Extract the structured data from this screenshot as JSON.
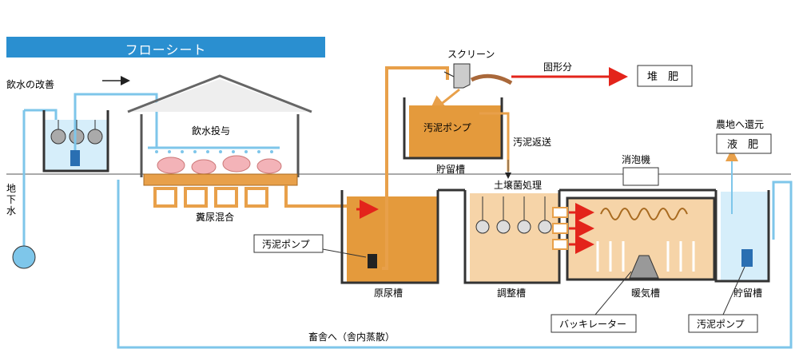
{
  "title": "フローシート",
  "labels": {
    "water_improve": "飲水の改善",
    "groundwater": "地下水",
    "drinking": "飲水投与",
    "manure_mix": "糞尿混合",
    "sludge_pump_1": "汚泥ポンプ",
    "raw_tank": "原尿槽",
    "screen": "スクリーン",
    "solids": "固形分",
    "compost": "堆　肥",
    "sludge_pump_2": "汚泥ポンプ",
    "sludge_return": "汚泥返送",
    "storage_tank_1": "貯留槽",
    "soil_bacteria": "土壌菌処理",
    "defoamer": "消泡機",
    "farmland_return": "農地へ還元",
    "liquid_fertilizer": "液　肥",
    "adjust_tank": "調整槽",
    "aeration_tank": "暖気槽",
    "storage_tank_2": "貯留槽",
    "bakki_aerator": "バッキレーター",
    "sludge_pump_3": "汚泥ポンプ",
    "to_barn": "畜舎へ（舎内蒸散）"
  },
  "colors": {
    "banner": "#2a8fd0",
    "pipe_water": "#7ec6ea",
    "pipe_sludge": "#e8a04a",
    "tank_fill_dark": "#e49a3c",
    "tank_fill_light": "#f6d4a8",
    "water_fill": "#d6eefa",
    "arrow_red": "#e3241b",
    "pig": "#f3b3b8",
    "compost": "#a9683a"
  }
}
